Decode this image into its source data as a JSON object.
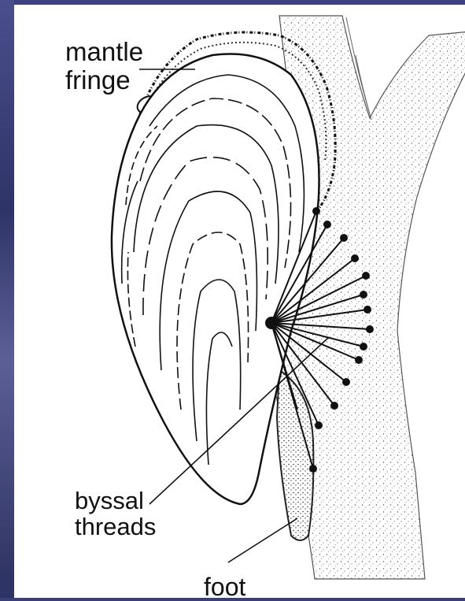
{
  "labels": {
    "mantle_fringe": "mantle\nfringe",
    "byssal_threads": "byssal\nthreads",
    "foot": "foot"
  },
  "colors": {
    "frame": "#3a3f78",
    "ink": "#111111",
    "background": "#ffffff"
  }
}
